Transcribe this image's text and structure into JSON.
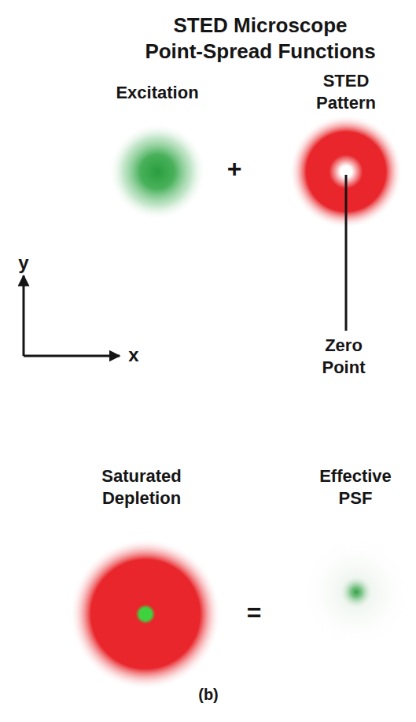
{
  "diagram": {
    "title": "STED Microscope Point-Spread Functions",
    "labels": [
      "Excitation",
      "STED Pattern",
      "+",
      "y",
      "Zero Point",
      "x",
      "Saturated Depletion",
      "=",
      "Effective PSF"
    ],
    "caption": "(b)"
  }
}
